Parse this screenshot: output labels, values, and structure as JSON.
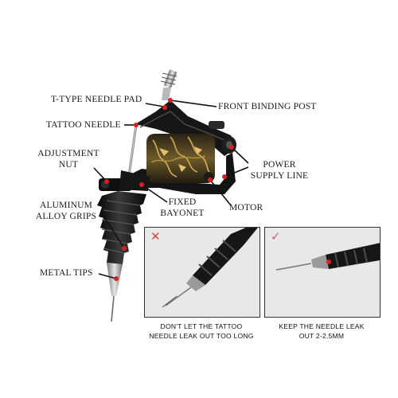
{
  "labels": {
    "t_type_needle_pad": "T-TYPE NEEDLE PAD",
    "front_binding_post": "FRONT BINDING POST",
    "tattoo_needle": "TATTOO NEEDLE",
    "adjustment_nut": [
      "ADJUSTMENT",
      "NUT"
    ],
    "power_supply_line": [
      "POWER",
      "SUPPLY LINE"
    ],
    "fixed_bayonet": [
      "FIXED",
      "BAYONET"
    ],
    "motor": "MOTOR",
    "aluminum_alloy_grips": [
      "ALUMINUM",
      "ALLOY GRIPS"
    ],
    "metal_tips": "METAL TIPS"
  },
  "panels": {
    "wrong": {
      "mark": "✕",
      "caption": [
        "DON'T LET THE TATTOO",
        "NEEDLE LEAK OUT TOO LONG"
      ]
    },
    "right": {
      "mark": "✓",
      "caption": [
        "KEEP THE NEEDLE LEAK",
        "OUT 2-2.5MM"
      ]
    }
  },
  "colors": {
    "leader_line": "#111111",
    "marker_dot": "#d82020",
    "bad_mark": "#d64545",
    "good_mark": "#d05a9a",
    "grip_black": "#1b1b1b",
    "motor_gold": "#b28a2e"
  }
}
